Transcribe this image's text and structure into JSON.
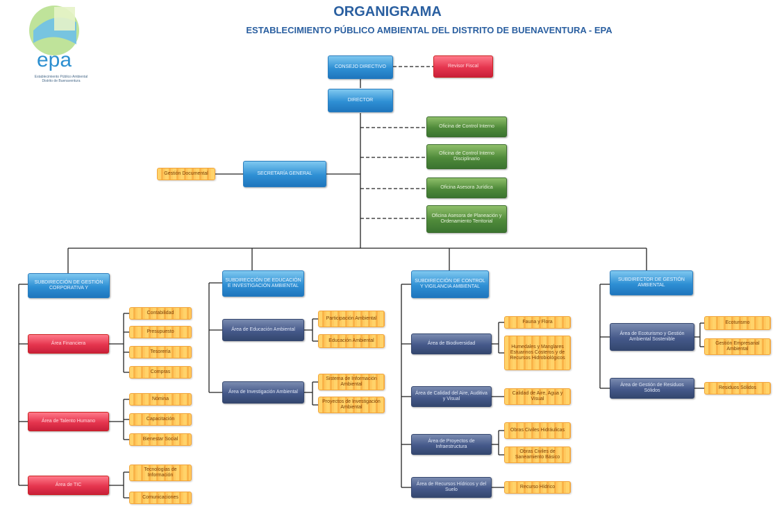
{
  "title": "ORGANIGRAMA",
  "subtitle": "ESTABLECIMIENTO PÚBLICO AMBIENTAL DEL DISTRITO DE BUENAVENTURA - EPA",
  "logo": {
    "text": "epa",
    "caption_1": "Establecimiento Público Ambiental",
    "caption_2": "Distrito de Buenaventura"
  },
  "colors": {
    "blue": "#2e8fd4",
    "red": "#e5354e",
    "green": "#4f8a3a",
    "navy": "#45598a",
    "orange": "#f9b348",
    "title": "#2a5fa0"
  },
  "nodes": {
    "consejo": "CONSEJO DIRECTIVO",
    "revisor": "Revisor Fiscal",
    "director": "DIRECTOR",
    "control_interno": "Oficina de Control Interno",
    "control_disciplinario": "Oficina de Control Interno Disciplinario",
    "juridica": "Oficina Asesora Jurídica",
    "planeacion": "Oficina Asesora de Planeación y Ordenamiento Territorial",
    "secretaria": "SECRETARÍA GENERAL",
    "gestion_documental": "Gestión Documental",
    "sub_corporativa": "SUBDIRECCIÓN DE GESTIÓN CORPORATIVA Y",
    "sub_educacion": "SUBDIRECCIÓN DE EDUCACIÓN E INVESTIGACIÓN AMBIENTAL",
    "sub_control": "SUBDIRECCIÓN DE CONTROL Y VIGILANCIA AMBIENTAL",
    "sub_gestion": "SUBDIRECTOR DE GESTIÓN AMBIENTAL",
    "area_financiera": "Área Financiera",
    "contabilidad": "Contabilidad",
    "presupuesto": "Presupuesto",
    "tesoreria": "Tesorería",
    "compras": "Compras",
    "area_talento": "Área de Talento Humano",
    "nomina": "Nómina",
    "capacitacion": "Capacitación",
    "bienestar": "Bienestar Social",
    "area_tic": "Área de TIC",
    "tecnologias": "Tecnologías de Información",
    "comunicaciones": "Comunicaciones",
    "area_educacion": "Área de Educación Ambiental",
    "participacion": "Participación Ambiental",
    "educacion_ambiental": "Educación Ambiental",
    "area_investigacion": "Área de Investigación Ambiental",
    "sistema_info": "Sistema de Información Ambiental",
    "proyectos_inv": "Proyectos de Investigación Ambiental",
    "area_biodiversidad": "Área de Biodiversidad",
    "fauna_flora": "Fauna y Flora",
    "humedales": "Humedales y Manglares Estuarinos Costeros y de Recursos Hidrobiológicos",
    "area_calidad": "Área de Calidad del Aire, Auditiva y Visual",
    "calidad_aire": "Calidad de Aire, Agua y Visual",
    "area_proyectos": "Área de Proyectos de Infraestructura",
    "obras_hidraulicas": "Obras Civiles Hidráulicas",
    "obras_saneamiento": "Obras Civiles de Saneamiento Básico",
    "area_recursos": "Área de Recursos Hídricos y del Suelo",
    "recurso_hidrico": "Recurso Hídrico",
    "area_ecoturismo": "Área de Ecoturismo y Gestión Ambiental Sostenible",
    "ecoturismo": "Ecoturismo",
    "gestion_empresarial": "Gestión Empresarial Ambiental",
    "area_residuos": "Área de Gestión de Residuos Sólidos",
    "residuos": "Residuos Sólidos"
  }
}
